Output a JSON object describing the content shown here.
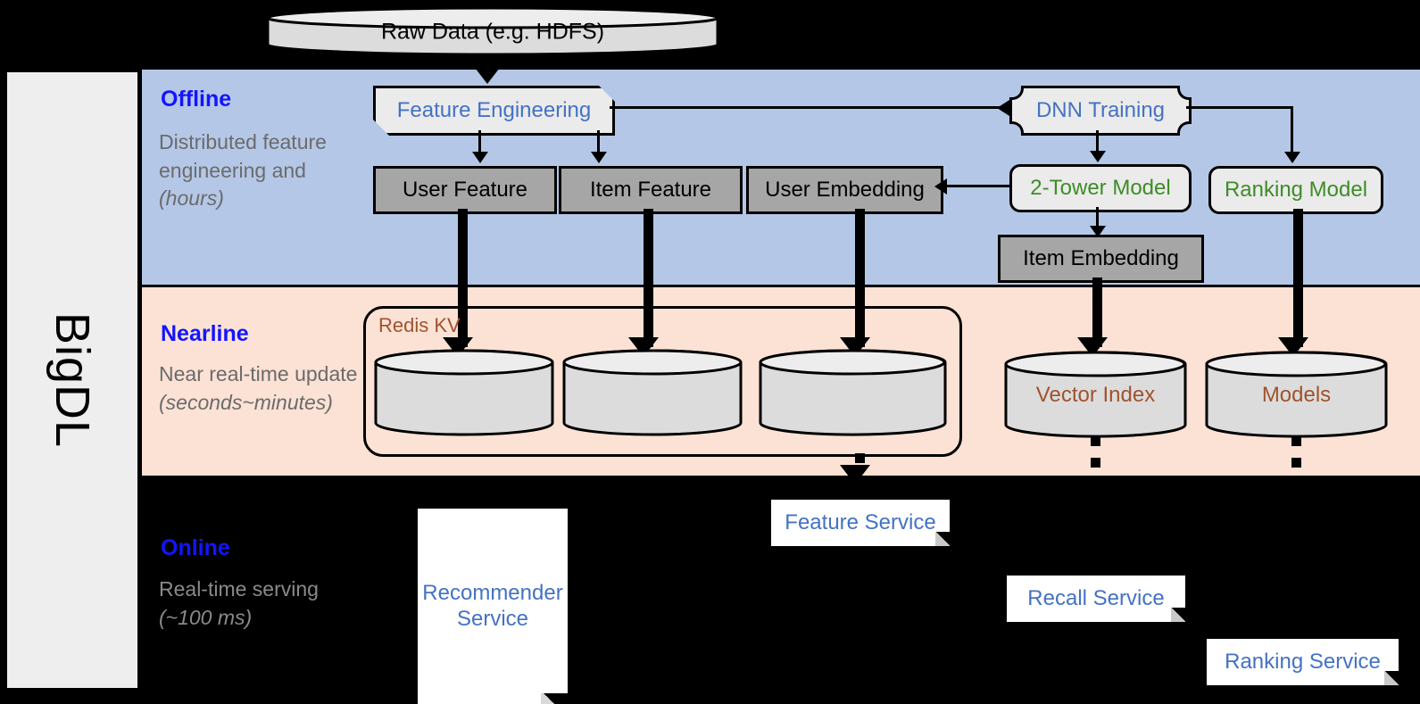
{
  "brand": {
    "name": "BigDL"
  },
  "colors": {
    "offline_band": "#b4c7e7",
    "nearline_band": "#fbe2d5",
    "online_band": "#000000",
    "blue_text": "#4472c4",
    "green_text": "#3f8c29",
    "brown_text": "#a0522d",
    "heading_blue": "#1414ff",
    "gray_fill": "#a6a6a6",
    "process_fill": "#ebebeb"
  },
  "source": {
    "label": "Raw Data (e.g. HDFS)"
  },
  "bands": {
    "offline": {
      "title": "Offline",
      "subtitle": "Distributed feature engineering and ",
      "subtitle_em": "(hours)"
    },
    "nearline": {
      "title": "Nearline",
      "subtitle": "Near real-time update ",
      "subtitle_em": "(seconds~minutes)"
    },
    "online": {
      "title": "Online",
      "subtitle": "Real-time serving ",
      "subtitle_em": "(~100 ms)"
    }
  },
  "offline_nodes": {
    "feature_engineering": "Feature Engineering",
    "dnn_training": "DNN Training",
    "user_feature": "User Feature",
    "item_feature": "Item Feature",
    "user_embedding": "User Embedding",
    "two_tower_model": "2-Tower Model",
    "ranking_model": "Ranking Model",
    "item_embedding": "Item Embedding"
  },
  "nearline_nodes": {
    "redis_kv": "Redis KV",
    "store_user_feature": "",
    "store_item_feature": "",
    "store_user_embedding": "",
    "vector_index": "Vector Index",
    "models": "Models"
  },
  "online_nodes": {
    "recommender_service": "Recommender Service",
    "feature_service": "Feature Service",
    "recall_service": "Recall Service",
    "ranking_service": "Ranking Service"
  }
}
